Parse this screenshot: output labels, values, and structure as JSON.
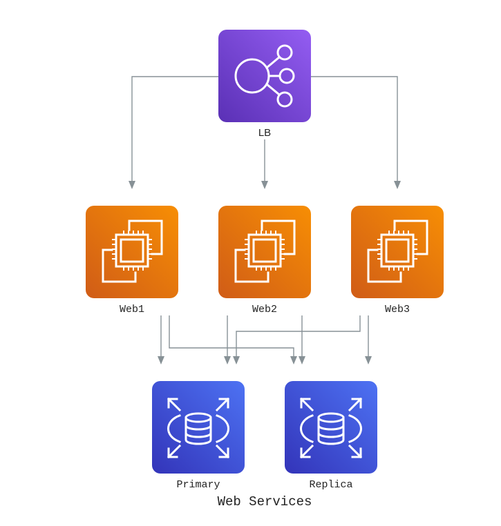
{
  "diagram": {
    "title": "Web Services",
    "colors": {
      "load_balancer_top": "#945DF2",
      "load_balancer_bottom": "#5A30B5",
      "compute_top": "#F78E04",
      "compute_bottom": "#D05C17",
      "database_top": "#4D72F3",
      "database_bottom": "#3334B9",
      "edge": "#879196",
      "label": "#232323"
    },
    "nodes": [
      {
        "id": "lb",
        "label": "LB",
        "type": "load-balancer",
        "icon": "elastic-load-balancing-icon"
      },
      {
        "id": "web1",
        "label": "Web1",
        "type": "compute",
        "icon": "ec2-instances-icon"
      },
      {
        "id": "web2",
        "label": "Web2",
        "type": "compute",
        "icon": "ec2-instances-icon"
      },
      {
        "id": "web3",
        "label": "Web3",
        "type": "compute",
        "icon": "ec2-instances-icon"
      },
      {
        "id": "primary",
        "label": "Primary",
        "type": "database",
        "icon": "rds-database-icon"
      },
      {
        "id": "replica",
        "label": "Replica",
        "type": "database",
        "icon": "rds-database-icon"
      }
    ],
    "edges": [
      {
        "from": "lb",
        "to": "web1"
      },
      {
        "from": "lb",
        "to": "web2"
      },
      {
        "from": "lb",
        "to": "web3"
      },
      {
        "from": "web1",
        "to": "primary"
      },
      {
        "from": "web1",
        "to": "replica"
      },
      {
        "from": "web2",
        "to": "primary"
      },
      {
        "from": "web2",
        "to": "replica"
      },
      {
        "from": "web3",
        "to": "primary"
      },
      {
        "from": "web3",
        "to": "replica"
      }
    ]
  }
}
